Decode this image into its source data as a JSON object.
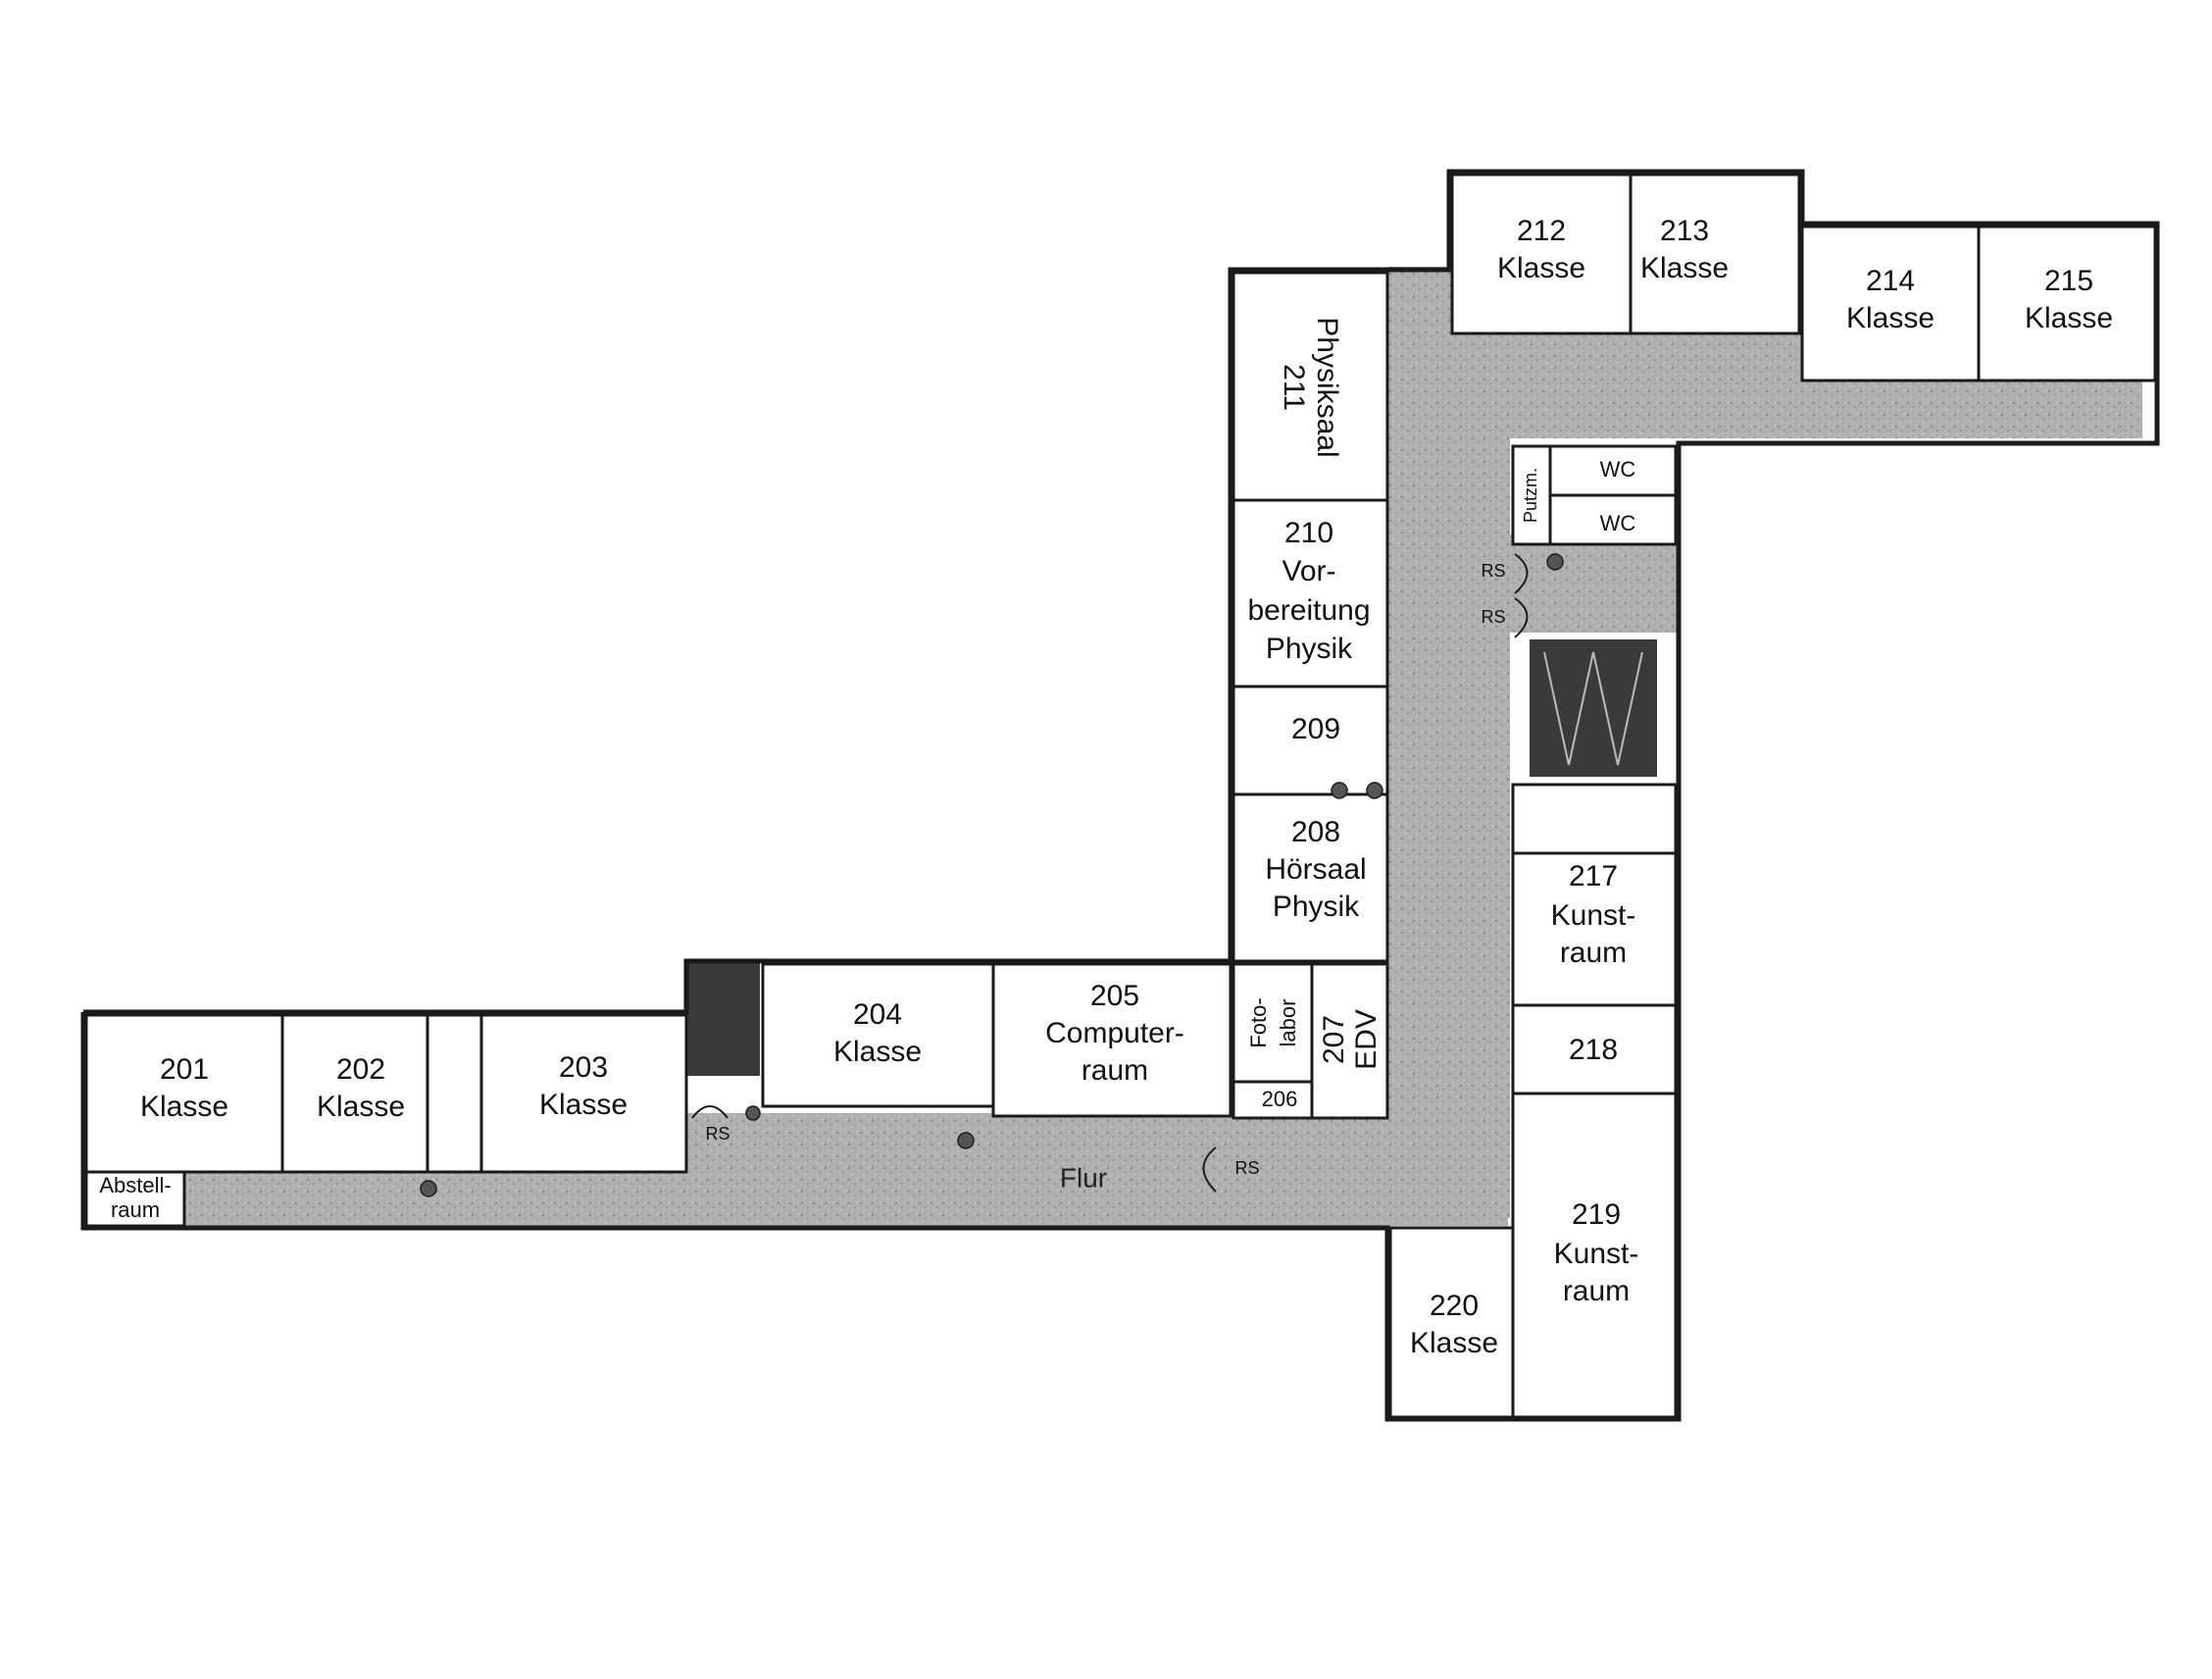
{
  "rooms": {
    "r201": {
      "number": "201",
      "name": "Klasse"
    },
    "r202": {
      "number": "202",
      "name": "Klasse"
    },
    "r203": {
      "number": "203",
      "name": "Klasse"
    },
    "r204": {
      "number": "204",
      "name": "Klasse"
    },
    "r205": {
      "number": "205",
      "name_line1": "Computer-",
      "name_line2": "raum"
    },
    "r206": {
      "number": "206"
    },
    "r207": {
      "number": "207",
      "name": "EDV"
    },
    "fotolabor": {
      "line1": "Foto-",
      "line2": "labor"
    },
    "r208": {
      "number": "208",
      "name_line1": "Hörsaal",
      "name_line2": "Physik"
    },
    "r209": {
      "number": "209"
    },
    "r210": {
      "number": "210",
      "name_line1": "Vor-",
      "name_line2": "bereitung",
      "name_line3": "Physik"
    },
    "r211": {
      "number": "211",
      "name": "Physiksaal"
    },
    "r212": {
      "number": "212",
      "name": "Klasse"
    },
    "r213": {
      "number": "213",
      "name": "Klasse"
    },
    "r214": {
      "number": "214",
      "name": "Klasse"
    },
    "r215": {
      "number": "215",
      "name": "Klasse"
    },
    "r217": {
      "number": "217",
      "name_line1": "Kunst-",
      "name_line2": "raum"
    },
    "r218": {
      "number": "218"
    },
    "r219": {
      "number": "219",
      "name_line1": "Kunst-",
      "name_line2": "raum"
    },
    "r220": {
      "number": "220",
      "name": "Klasse"
    },
    "abstellraum": {
      "line1": "Abstell-",
      "line2": "raum"
    },
    "putzm": {
      "label": "Putzm."
    },
    "wc1": {
      "label": "WC"
    },
    "wc2": {
      "label": "WC"
    }
  },
  "corridor": {
    "label": "Flur"
  },
  "doors": {
    "rs": "RS"
  },
  "colors": {
    "wall": "#1a1a1a",
    "corridor": "#b3b3b3",
    "stairs": "#3a3a3a",
    "room": "#ffffff"
  }
}
